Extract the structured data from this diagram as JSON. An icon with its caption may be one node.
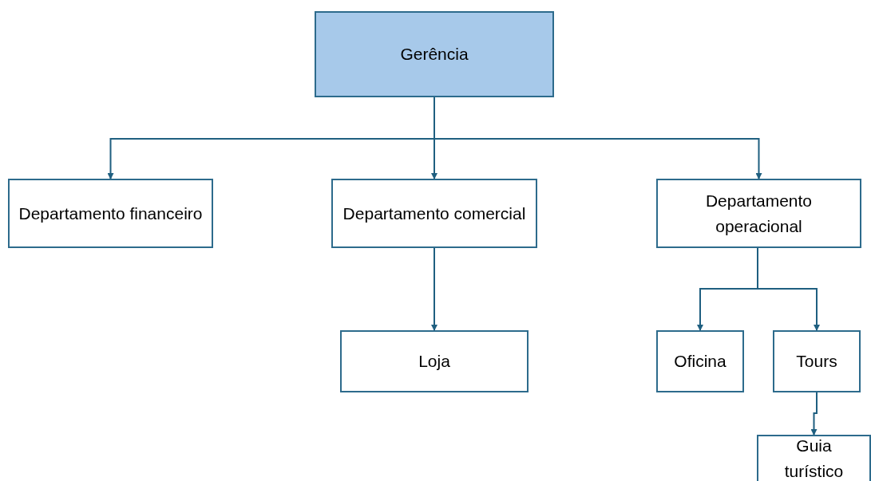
{
  "diagram": {
    "nodes": [
      {
        "text": [
          "Gerência"
        ]
      },
      {
        "text": [
          "Departamento financeiro"
        ]
      },
      {
        "text": [
          "Departamento comercial"
        ]
      },
      {
        "text": [
          "Departamento operacional"
        ]
      },
      {
        "text": [
          "Loja"
        ]
      },
      {
        "text": [
          "Oficina"
        ]
      },
      {
        "text": [
          "Tours"
        ]
      },
      {
        "text": [
          "Guia turístico"
        ]
      }
    ],
    "edges": [
      {
        "from": 0,
        "to": 1,
        "arrow": "to"
      },
      {
        "from": 0,
        "to": 2,
        "arrow": "to"
      },
      {
        "from": 0,
        "to": 3,
        "arrow": "to"
      },
      {
        "from": 2,
        "to": 4,
        "arrow": "to"
      },
      {
        "from": 3,
        "to": 5,
        "arrow": "to"
      },
      {
        "from": 3,
        "to": 6,
        "arrow": "to"
      },
      {
        "from": 6,
        "to": 7,
        "arrow": "to"
      }
    ]
  }
}
